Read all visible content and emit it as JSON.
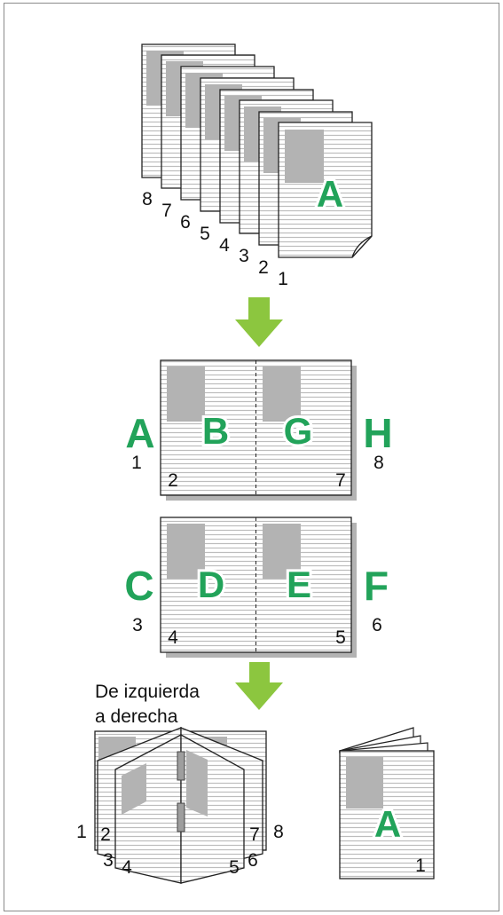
{
  "source_pages": {
    "numbers": [
      "8",
      "7",
      "6",
      "5",
      "4",
      "3",
      "2",
      "1"
    ],
    "front_letter": "A"
  },
  "spread_1": {
    "outer_left_letter": "A",
    "outer_left_number": "1",
    "inner_left_letter": "B",
    "inner_left_number": "2",
    "inner_right_letter": "G",
    "inner_right_number": "7",
    "outer_right_letter": "H",
    "outer_right_number": "8"
  },
  "spread_2": {
    "outer_left_letter": "C",
    "outer_left_number": "3",
    "inner_left_letter": "D",
    "inner_left_number": "4",
    "inner_right_letter": "E",
    "inner_right_number": "5",
    "outer_right_letter": "F",
    "outer_right_number": "6"
  },
  "booklet": {
    "caption_line1": "De izquierda",
    "caption_line2": "a derecha",
    "open_numbers": [
      "1",
      "2",
      "3",
      "4",
      "5",
      "6",
      "7",
      "8"
    ],
    "closed_letter": "A",
    "closed_number": "1"
  },
  "colors": {
    "accent_green": "#22a35a",
    "arrow_green": "#8cc63f",
    "placeholder_gray": "#b3b3b3",
    "line_gray": "#c2c2c2"
  }
}
